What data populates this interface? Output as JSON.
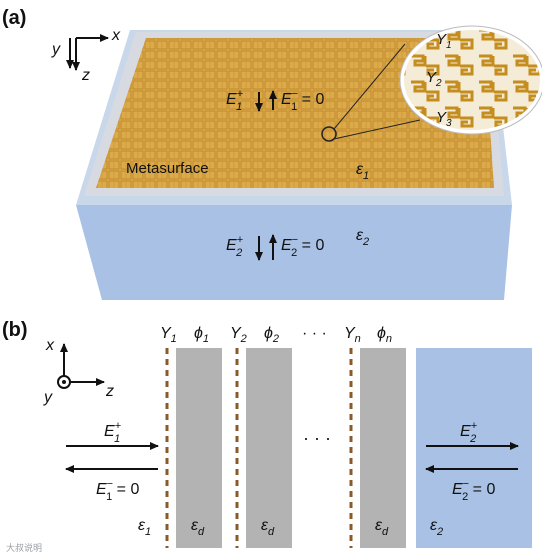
{
  "panel_a": {
    "label": "(a)",
    "axes": {
      "x": "x",
      "y": "y",
      "z": "z"
    },
    "metasurface_label": "Metasurface",
    "region1": {
      "eps": "ε",
      "eps_sub": "1",
      "e_plus": "E",
      "e_plus_sub": "1",
      "e_plus_sup": "+",
      "e_minus": "E",
      "e_minus_sub": "1",
      "e_minus_sup": "−",
      "e_minus_val": " = 0"
    },
    "region2": {
      "eps": "ε",
      "eps_sub": "2",
      "e_plus": "E",
      "e_plus_sub": "2",
      "e_plus_sup": "+",
      "e_minus": "E",
      "e_minus_sub": "2",
      "e_minus_sup": "−",
      "e_minus_val": " = 0"
    },
    "inset": [
      {
        "name": "Y",
        "sub": "1"
      },
      {
        "name": "Y",
        "sub": "2"
      },
      {
        "name": "Y",
        "sub": "3"
      }
    ]
  },
  "panel_b": {
    "label": "(b)",
    "axes": {
      "x": "x",
      "y": "y",
      "z": "z"
    },
    "admittances": [
      {
        "name": "Y",
        "sub": "1"
      },
      {
        "name": "Y",
        "sub": "2"
      },
      {
        "name": "Y",
        "sub": "n"
      }
    ],
    "phases": [
      {
        "name": "ϕ",
        "sub": "1"
      },
      {
        "name": "ϕ",
        "sub": "2"
      },
      {
        "name": "ϕ",
        "sub": "n"
      }
    ],
    "dots": "· · ·",
    "left": {
      "e_plus": "E",
      "e_plus_sub": "1",
      "e_plus_sup": "+",
      "e_minus": "E",
      "e_minus_sub": "1",
      "e_minus_sup": "−",
      "e_minus_val": " = 0",
      "eps": "ε",
      "eps_sub": "1"
    },
    "right": {
      "e_plus": "E",
      "e_plus_sub": "2",
      "e_plus_sup": "+",
      "e_minus": "E",
      "e_minus_sub": "2",
      "e_minus_sup": "−",
      "e_minus_val": " = 0",
      "eps": "ε",
      "eps_sub": "2"
    },
    "layer_eps": {
      "eps": "ε",
      "sub": "d"
    },
    "watermark": "大叔说明"
  },
  "colors": {
    "gold": "#d9a53d",
    "gold_dark": "#b07f22",
    "blue": "#a9c1e4",
    "blue_dark": "#8ea9d2",
    "slab": "#b3b3b3",
    "dashed": "#8a5a2b"
  }
}
